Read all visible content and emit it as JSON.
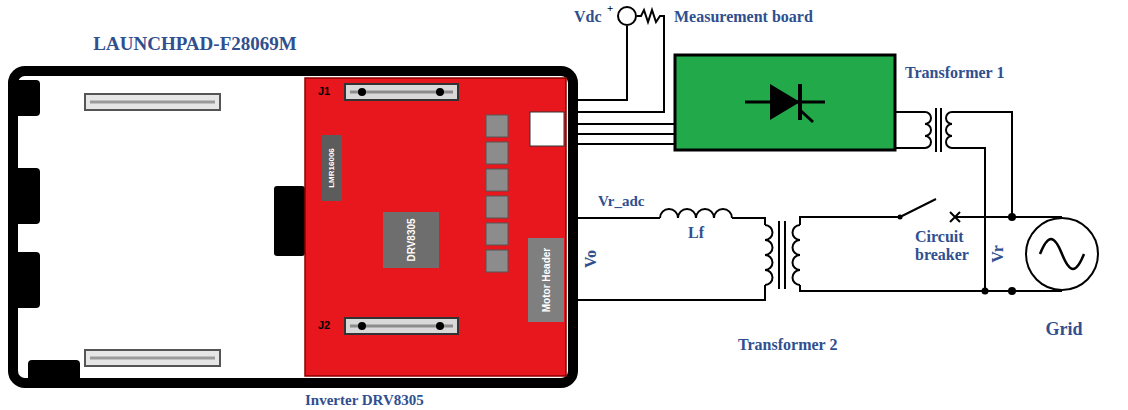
{
  "diagram": {
    "nodes": [
      {
        "text": [
          "LAUNCHPAD-F28069M"
        ]
      },
      {
        "text": [
          "Inverter DRV8305"
        ],
        "in": 0
      },
      {
        "text": [
          "J1"
        ],
        "in": 1
      },
      {
        "text": [
          "LMR16006"
        ],
        "in": 1
      },
      {
        "text": [
          "DRV8305"
        ],
        "in": 1
      },
      {
        "text": [
          "Motor Header"
        ],
        "in": 1
      },
      {
        "text": [
          "J2"
        ],
        "in": 1
      },
      {
        "text": [
          "Measurement board"
        ]
      },
      {
        "text": [
          "Grid"
        ]
      }
    ],
    "edges": [
      {
        "from": 7,
        "to": 0,
        "arrow": "none"
      }
    ],
    "labels": [
      "Vdc",
      "+",
      "Transformer 1",
      "Vr_adc",
      "Lf",
      "Vo",
      "Transformer 2",
      "Circuit breaker",
      "Vr"
    ]
  }
}
